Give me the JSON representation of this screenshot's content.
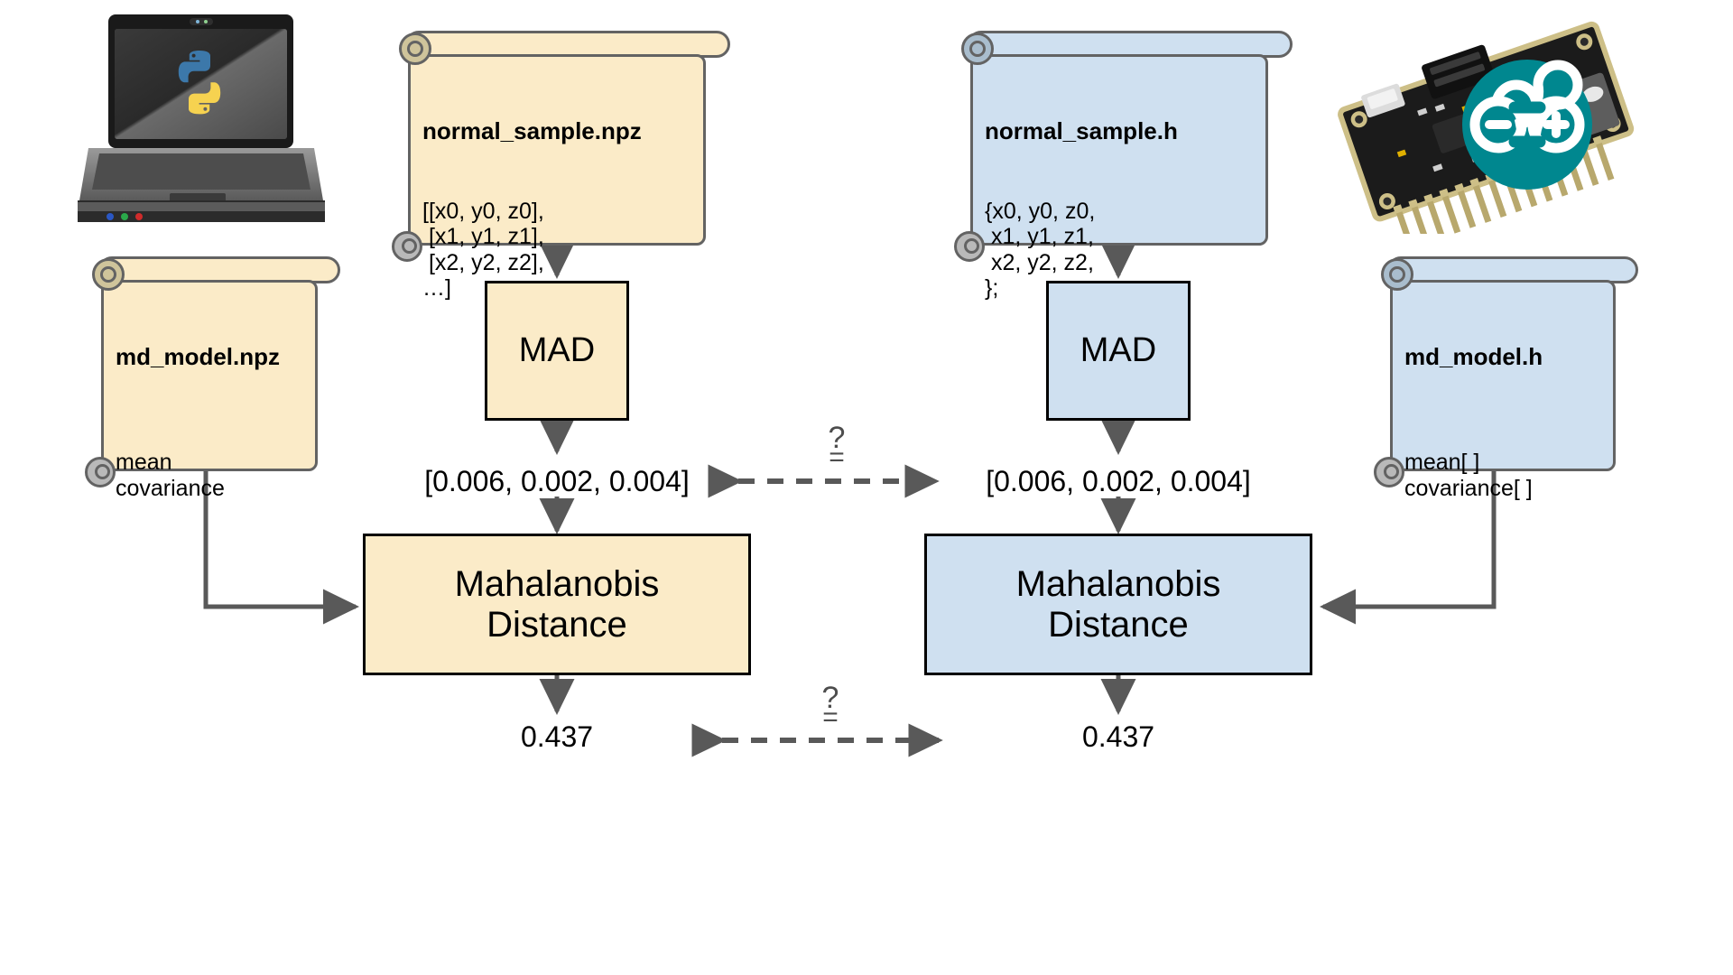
{
  "diagram": {
    "title": "Mahalanobis Distance verification: Python vs Arduino",
    "colors": {
      "python_side": "#fbebc8",
      "arduino_side": "#cfe0f0",
      "note_border": "#636363",
      "box_border": "#000000",
      "arrow": "#595959",
      "arduino_teal": "#00878f",
      "python_blue": "#3c78aa",
      "python_yellow": "#f6d250"
    },
    "left_branch": {
      "device_label": "python-laptop",
      "sample_note": {
        "title": "normal_sample.npz",
        "lines": "[[x0, y0, z0],\n [x1, y1, z1],\n [x2, y2, z2],\n…]"
      },
      "model_note": {
        "title": "md_model.npz",
        "lines": "\nmean\ncovariance"
      },
      "mad_box": "MAD",
      "mad_output": "[0.006, 0.002, 0.004]",
      "distance_box_line1": "Mahalanobis",
      "distance_box_line2": "Distance",
      "distance_output": "0.437"
    },
    "right_branch": {
      "device_label": "arduino-board",
      "sample_note": {
        "title": "normal_sample.h",
        "lines": "{x0, y0, z0,\n x1, y1, z1,\n x2, y2, z2,\n};"
      },
      "model_note": {
        "title": "md_model.h",
        "lines": "\nmean[ ]\ncovariance[ ]"
      },
      "mad_box": "MAD",
      "mad_output": "[0.006, 0.002, 0.004]",
      "distance_box_line1": "Mahalanobis",
      "distance_box_line2": "Distance",
      "distance_output": "0.437"
    },
    "comparisons": [
      {
        "name": "mad-output-comparison",
        "question_mark": "?",
        "equals": "="
      },
      {
        "name": "distance-output-comparison",
        "question_mark": "?",
        "equals": "="
      }
    ]
  }
}
